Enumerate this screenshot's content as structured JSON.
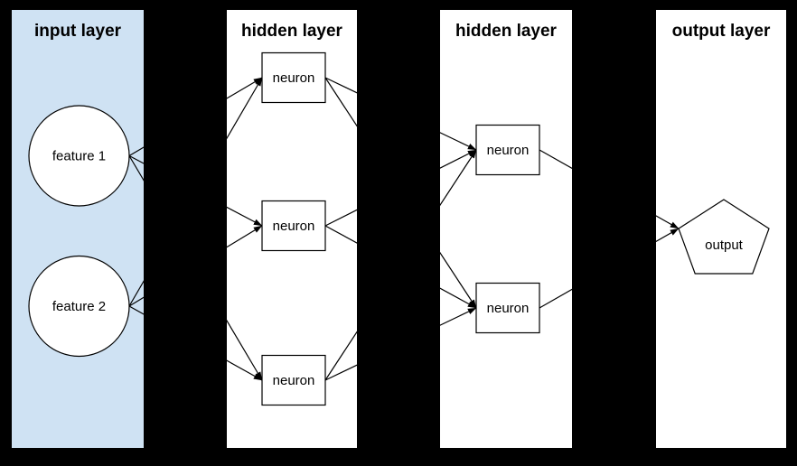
{
  "colors": {
    "background": "#000000",
    "input_panel_fill": "#cfe2f3",
    "panel_fill": "#ffffff",
    "node_fill": "#ffffff",
    "stroke": "#000000"
  },
  "diagram": {
    "type": "neural-network-diagram",
    "layers": [
      {
        "title": "input layer",
        "nodes": [
          {
            "id": "f1",
            "label": "feature 1",
            "shape": "circle"
          },
          {
            "id": "f2",
            "label": "feature 2",
            "shape": "circle"
          }
        ]
      },
      {
        "title": "hidden layer",
        "nodes": [
          {
            "id": "h1n1",
            "label": "neuron",
            "shape": "rectangle"
          },
          {
            "id": "h1n2",
            "label": "neuron",
            "shape": "rectangle"
          },
          {
            "id": "h1n3",
            "label": "neuron",
            "shape": "rectangle"
          }
        ]
      },
      {
        "title": "hidden layer",
        "nodes": [
          {
            "id": "h2n1",
            "label": "neuron",
            "shape": "rectangle"
          },
          {
            "id": "h2n2",
            "label": "neuron",
            "shape": "rectangle"
          }
        ]
      },
      {
        "title": "output layer",
        "nodes": [
          {
            "id": "out",
            "label": "output",
            "shape": "pentagon"
          }
        ]
      }
    ],
    "edges": [
      {
        "from": "f1",
        "to": "h1n1"
      },
      {
        "from": "f1",
        "to": "h1n2"
      },
      {
        "from": "f1",
        "to": "h1n3"
      },
      {
        "from": "f2",
        "to": "h1n1"
      },
      {
        "from": "f2",
        "to": "h1n2"
      },
      {
        "from": "f2",
        "to": "h1n3"
      },
      {
        "from": "h1n1",
        "to": "h2n1"
      },
      {
        "from": "h1n1",
        "to": "h2n2"
      },
      {
        "from": "h1n2",
        "to": "h2n1"
      },
      {
        "from": "h1n2",
        "to": "h2n2"
      },
      {
        "from": "h1n3",
        "to": "h2n1"
      },
      {
        "from": "h1n3",
        "to": "h2n2"
      },
      {
        "from": "h2n1",
        "to": "out"
      },
      {
        "from": "h2n2",
        "to": "out"
      }
    ]
  }
}
